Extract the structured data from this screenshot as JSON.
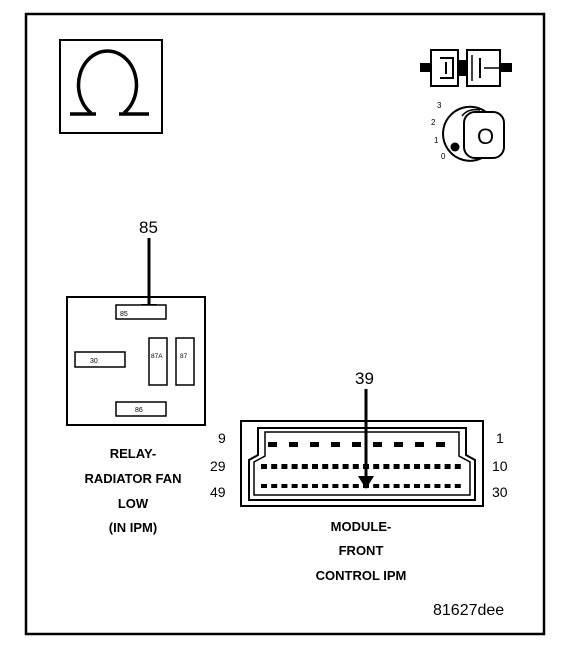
{
  "symbols": {
    "ohm_icon": "ohm-meter-symbol",
    "connector_icon": "disconnected-connector-symbol",
    "ignition_icon": "ignition-key-off-symbol"
  },
  "ignition": {
    "positions": [
      "3",
      "2",
      "1",
      "0"
    ],
    "key_label": "O"
  },
  "relay": {
    "probe_pin": "85",
    "pins": {
      "p85": "85",
      "p30": "30",
      "p87a": "87A",
      "p87": "87",
      "p86": "86"
    },
    "label_lines": [
      "RELAY-",
      "RADIATOR FAN",
      "LOW",
      "(IN IPM)"
    ]
  },
  "module": {
    "probe_pin": "39",
    "row_numbers": {
      "row1_left": "9",
      "row1_right": "1",
      "row2_left": "29",
      "row2_right": "10",
      "row3_left": "49",
      "row3_right": "30"
    },
    "label_lines": [
      "MODULE-",
      "FRONT",
      "CONTROL IPM"
    ]
  },
  "figure_id": "81627dee"
}
